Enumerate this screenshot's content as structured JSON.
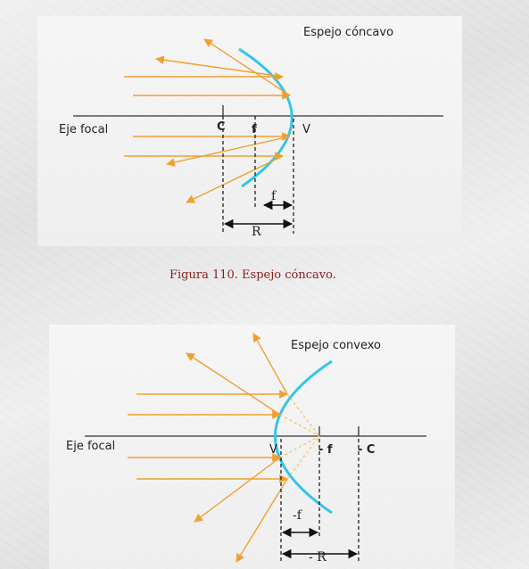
{
  "figure1": {
    "title": "Espejo cóncavo",
    "axis_label": "Eje focal",
    "center_label": "C",
    "focus_label": "f",
    "vertex_label": "V",
    "focal_length_label": "f",
    "radius_label": "R",
    "caption": "Figura 110. Espejo cóncavo."
  },
  "figure2": {
    "title": "Espejo convexo",
    "axis_label": "Eje focal",
    "vertex_label": "V",
    "focus_label": "- f",
    "center_label": "- C",
    "focal_length_label": "-f",
    "radius_label": "- R"
  },
  "colors": {
    "mirror": "#33c5e8",
    "rays": "#f0a030",
    "axis": "#333333",
    "caption": "#8b1a1a"
  }
}
